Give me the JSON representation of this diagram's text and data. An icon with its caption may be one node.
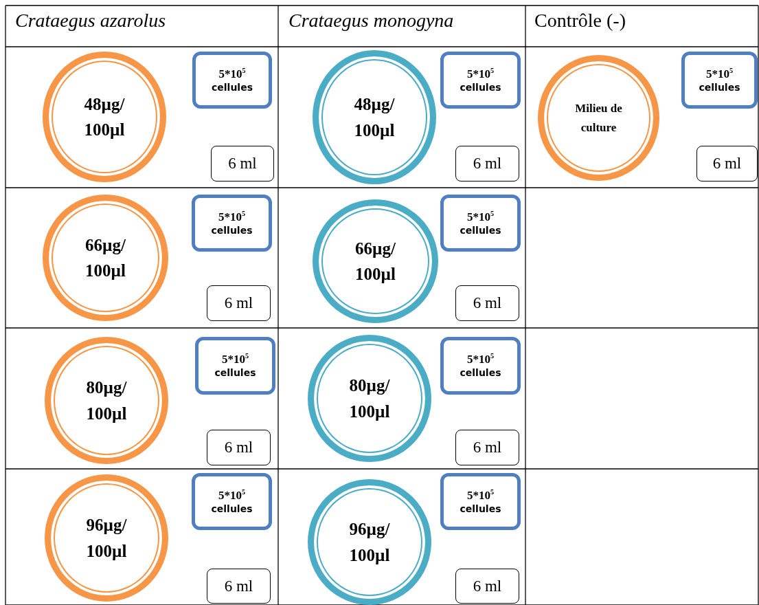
{
  "diagram": {
    "nodes": [
      {
        "text": [
          "48µg/ 100µl"
        ]
      },
      {
        "text": [
          "5*10$^{5}$",
          "cellules"
        ]
      },
      {
        "text": [
          "6 ml"
        ]
      },
      {
        "text": [
          "48µg/ 100µl"
        ]
      },
      {
        "text": [
          "5*10$^{5}$",
          "cellules"
        ]
      },
      {
        "text": [
          "6 ml"
        ]
      },
      {
        "text": [
          "Milieu de culture"
        ]
      },
      {
        "text": [
          "5*10$^{5}$",
          "cellules"
        ]
      },
      {
        "text": [
          "6 ml"
        ]
      },
      {
        "text": [
          "66µg/ 100µl"
        ]
      },
      {
        "text": [
          "5*10$^{5}$",
          "cellules"
        ]
      },
      {
        "text": [
          "6 ml"
        ]
      },
      {
        "text": [
          "66µg/ 100µl"
        ]
      },
      {
        "text": [
          "5*10$^{5}$",
          "cellules"
        ]
      },
      {
        "text": [
          "6 ml"
        ]
      },
      {
        "text": [
          "80µg/ 100µl"
        ]
      },
      {
        "text": [
          "5*10$^{5}$",
          "cellules"
        ]
      },
      {
        "text": [
          "6 ml"
        ]
      },
      {
        "text": [
          "80µg/ 100µl"
        ]
      },
      {
        "text": [
          "5*10$^{5}$",
          "cellules"
        ]
      },
      {
        "text": [
          "6 ml"
        ]
      },
      {
        "text": [
          "96µg/ 100µl"
        ]
      },
      {
        "text": [
          "5*10$^{5}$",
          "cellules"
        ]
      },
      {
        "text": [
          "6 ml"
        ]
      },
      {
        "text": [
          "96µg/ 100µl"
        ]
      },
      {
        "text": [
          "5*10$^{5}$",
          "cellules"
        ]
      },
      {
        "text": [
          "6 ml"
        ]
      }
    ],
    "labels": [
      "Crataegus azarolus",
      "Crataegus monogyna",
      "Contrôle (-)"
    ]
  }
}
